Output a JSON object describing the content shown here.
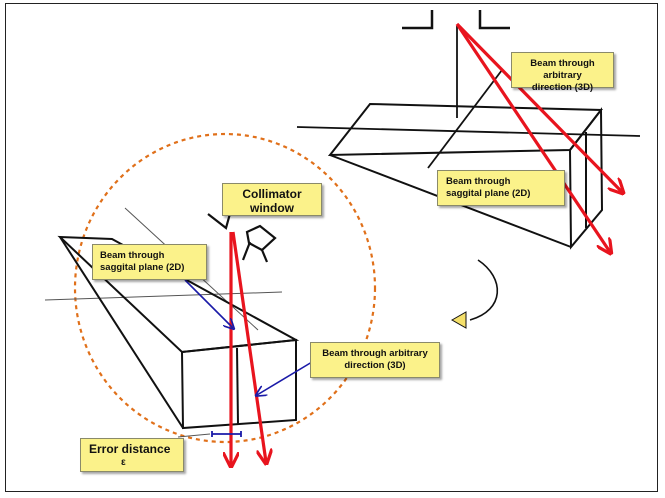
{
  "labels": {
    "beam_3d_top": {
      "line1": "Beam through arbitrary",
      "line2": "direction (3D)"
    },
    "beam_2d_top": {
      "line1": "Beam through",
      "line2": "saggital plane (2D)"
    },
    "collimator": {
      "line1": "Collimator",
      "line2": "window"
    },
    "beam_2d_left": {
      "line1": "Beam through",
      "line2": "saggital plane (2D)"
    },
    "beam_3d_right": {
      "line1": "Beam through arbitrary",
      "line2": "direction (3D)"
    },
    "error": {
      "line1": "Error distance",
      "line2": "ε"
    }
  },
  "colors": {
    "beam": "#e8141e",
    "pointer": "#1a1aa8",
    "zoom_circle": "#e0701a",
    "label_fill": "#fbf28a",
    "rotate_arrow": "#f5e06a"
  }
}
